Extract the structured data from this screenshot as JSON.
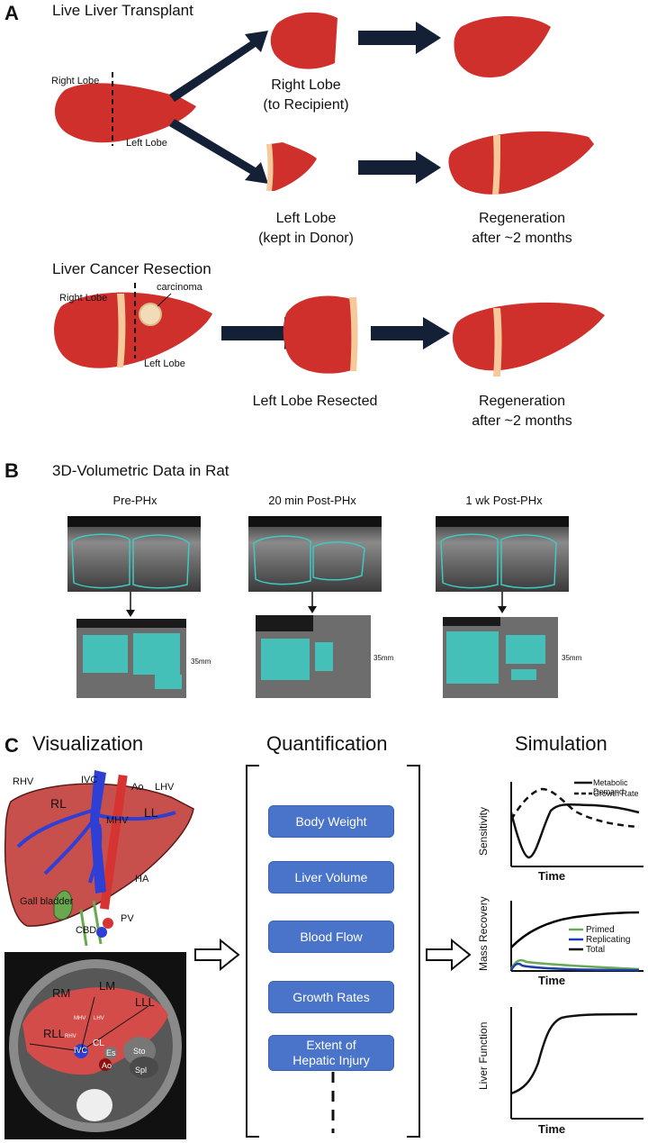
{
  "panelA": {
    "letter": "A",
    "transplant_title": "Live Liver Transplant",
    "right_lobe_label": "Right Lobe",
    "left_lobe_label": "Left Lobe",
    "cap_right_lobe": "Right Lobe",
    "cap_to_recipient": "(to Recipient)",
    "cap_left_lobe": "Left Lobe",
    "cap_kept_donor": "(kept in Donor)",
    "cap_regen1": "Regeneration",
    "cap_regen1b": "after ~2 months",
    "resection_title": "Liver Cancer Resection",
    "res_right_lobe_label": "Right Lobe",
    "res_left_lobe_label": "Left Lobe",
    "carcinoma_label": "carcinoma",
    "cap_left_resected": "Left Lobe Resected",
    "cap_regen2": "Regeneration",
    "cap_regen2b": "after ~2 months",
    "liver_color": "#d0302c",
    "scar_color": "#f5c99a"
  },
  "panelB": {
    "letter": "B",
    "title": "3D-Volumetric Data in Rat",
    "col1": "Pre-PHx",
    "col2": "20 min Post-PHx",
    "col3": "1 wk Post-PHx",
    "scale1": "35mm",
    "scale2": "35mm",
    "scale3": "35mm",
    "volume_color": "#3fc9c0"
  },
  "panelC": {
    "letter": "C",
    "visualization": "Visualization",
    "quantification": "Quantification",
    "simulation": "Simulation",
    "anatomy": {
      "RHV": "RHV",
      "IVC": "IVC",
      "Ao": "Ao",
      "LHV": "LHV",
      "RL": "RL",
      "MHV": "MHV",
      "LL": "LL",
      "HA": "HA",
      "gall": "Gall bladder",
      "PV": "PV",
      "CBD": "CBD"
    },
    "ct": {
      "RM": "RM",
      "LM": "LM",
      "LLL": "LLL",
      "RLL": "RLL",
      "MHV": "MHV",
      "LHV": "LHV",
      "RHV": "RHV",
      "IVC": "IVC",
      "CL": "CL",
      "Es": "Es",
      "Sto": "Sto",
      "Spl": "Spl",
      "Ao": "Ao"
    },
    "quant_items": [
      "Body Weight",
      "Liver Volume",
      "Blood Flow",
      "Growth Rates",
      "Extent of",
      "Hepatic Injury"
    ],
    "sim": {
      "plot1_ylabel": "Sensitivity",
      "plot1_xlabel": "Time",
      "legend_metabolic": "Metabolic Demand",
      "legend_growth": "Growth Rate",
      "plot2_ylabel": "Mass Recovery",
      "plot2_xlabel": "Time",
      "legend_primed": "Primed",
      "legend_replicating": "Replicating",
      "legend_total": "Total",
      "plot3_ylabel": "Liver Function",
      "plot3_xlabel": "Time",
      "primed_color": "#6aaa55",
      "replicating_color": "#1f3fa8",
      "total_color": "#000000"
    }
  }
}
